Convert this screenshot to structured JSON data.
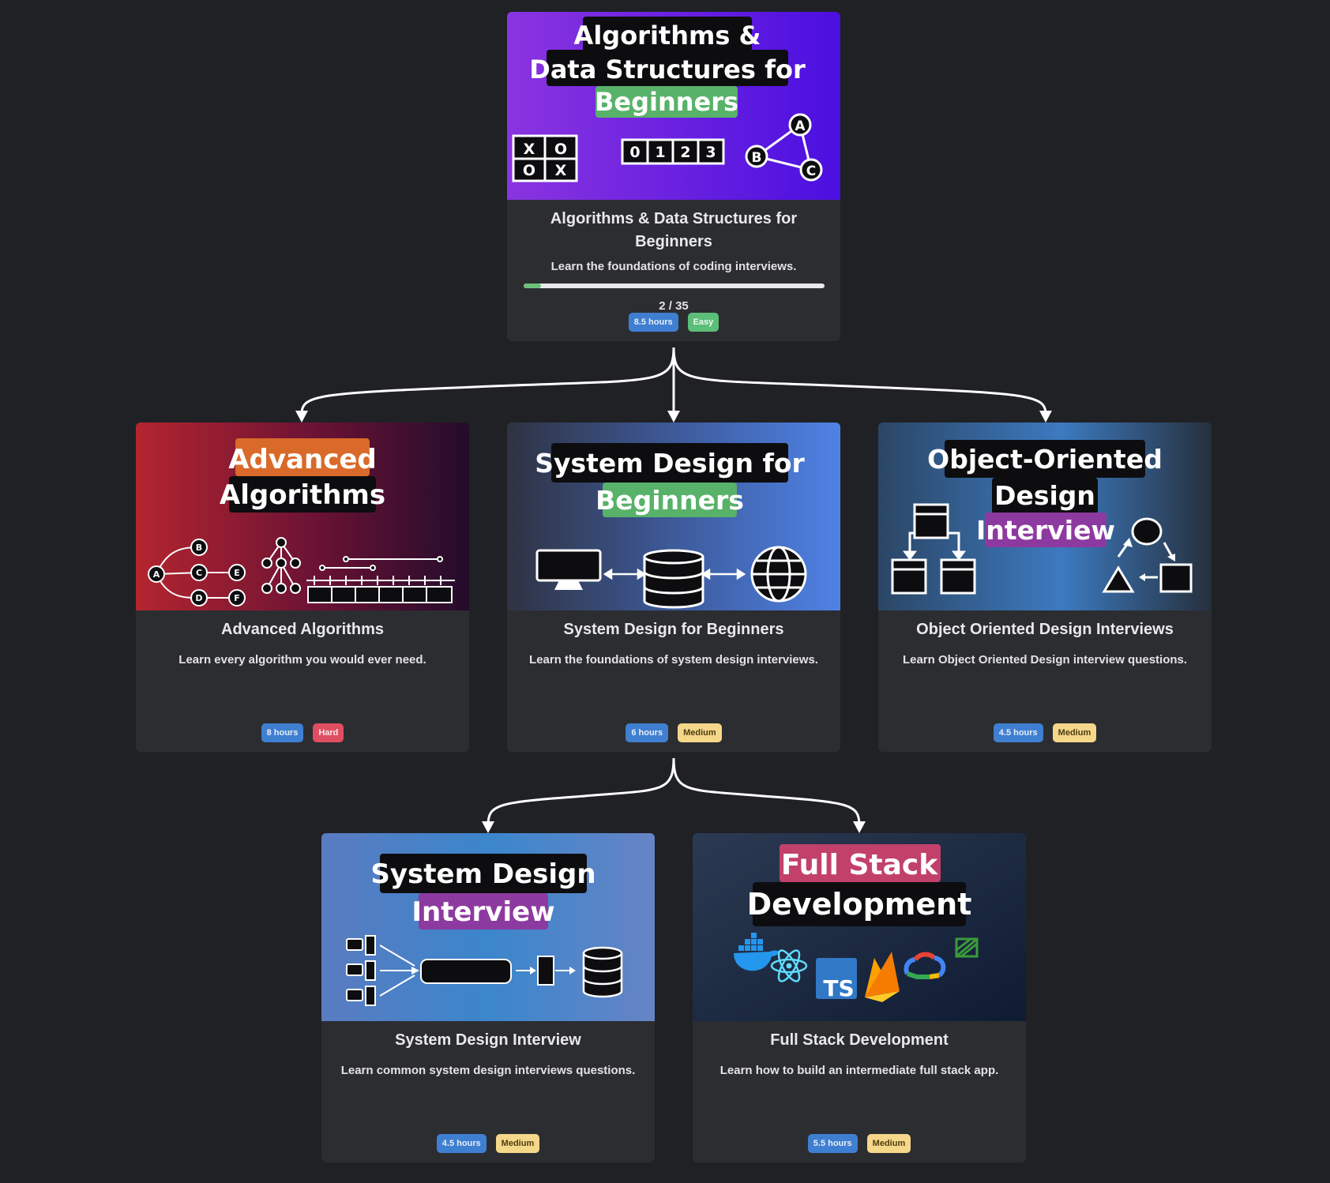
{
  "colors": {
    "page_bg": "#202125",
    "card_bg": "#2c2d31",
    "progress_fill": "#6cc17a",
    "hours_badge": "#3f7fd1",
    "easy_badge": "#5cbf77",
    "hard_badge": "#e04e62",
    "medium_badge": "#f5d78a"
  },
  "courses": [
    {
      "id": "algorithms-beginners",
      "banner": {
        "lines": [
          "Algorithms &",
          "Data Structures for",
          "Beginners"
        ],
        "icons": [
          "tic-tac-toe-icon",
          "array-icon",
          "graph-icon"
        ],
        "tictactoe": [
          "X",
          "O",
          "O",
          "X"
        ],
        "array": [
          "0",
          "1",
          "2",
          "3"
        ],
        "graph_nodes": [
          "A",
          "B",
          "C"
        ]
      },
      "title": "Algorithms & Data Structures for Beginners",
      "description": "Learn the foundations of coding interviews.",
      "progress": {
        "completed": 2,
        "total": 35,
        "label": "2 / 35"
      },
      "hours": "8.5 hours",
      "difficulty": "Easy"
    },
    {
      "id": "advanced-algorithms",
      "banner": {
        "lines": [
          "Advanced",
          "Algorithms"
        ],
        "icons": [
          "tree-graph-icon",
          "binary-tree-icon",
          "interval-array-icon"
        ],
        "graph_nodes": [
          "A",
          "B",
          "C",
          "D",
          "E",
          "F"
        ]
      },
      "title": "Advanced Algorithms",
      "description": "Learn every algorithm you would ever need.",
      "hours": "8 hours",
      "difficulty": "Hard"
    },
    {
      "id": "system-design-beginners",
      "banner": {
        "lines": [
          "System Design for",
          "Beginners"
        ],
        "icons": [
          "monitor-icon",
          "database-icon",
          "globe-icon"
        ]
      },
      "title": "System Design for Beginners",
      "description": "Learn the foundations of system design interviews.",
      "hours": "6 hours",
      "difficulty": "Medium"
    },
    {
      "id": "object-oriented-design",
      "banner": {
        "lines": [
          "Object-Oriented",
          "Design",
          "Interview"
        ],
        "icons": [
          "class-hierarchy-icon",
          "shapes-cycle-icon"
        ]
      },
      "title": "Object Oriented Design Interviews",
      "description": "Learn Object Oriented Design interview questions.",
      "hours": "4.5 hours",
      "difficulty": "Medium"
    },
    {
      "id": "system-design-interview",
      "banner": {
        "lines": [
          "System Design",
          "Interview"
        ],
        "icons": [
          "clients-icon",
          "queue-icon",
          "server-icon",
          "database-icon"
        ]
      },
      "title": "System Design Interview",
      "description": "Learn common system design interviews questions.",
      "hours": "4.5 hours",
      "difficulty": "Medium"
    },
    {
      "id": "full-stack",
      "banner": {
        "lines": [
          "Full Stack",
          "Development"
        ],
        "icons": [
          "docker-icon",
          "react-icon",
          "typescript-icon",
          "firebase-icon",
          "google-cloud-icon",
          "ffmpeg-icon"
        ],
        "ts_label": "TS"
      },
      "title": "Full Stack Development",
      "description": "Learn how to build an intermediate full stack app.",
      "hours": "5.5 hours",
      "difficulty": "Medium"
    }
  ]
}
